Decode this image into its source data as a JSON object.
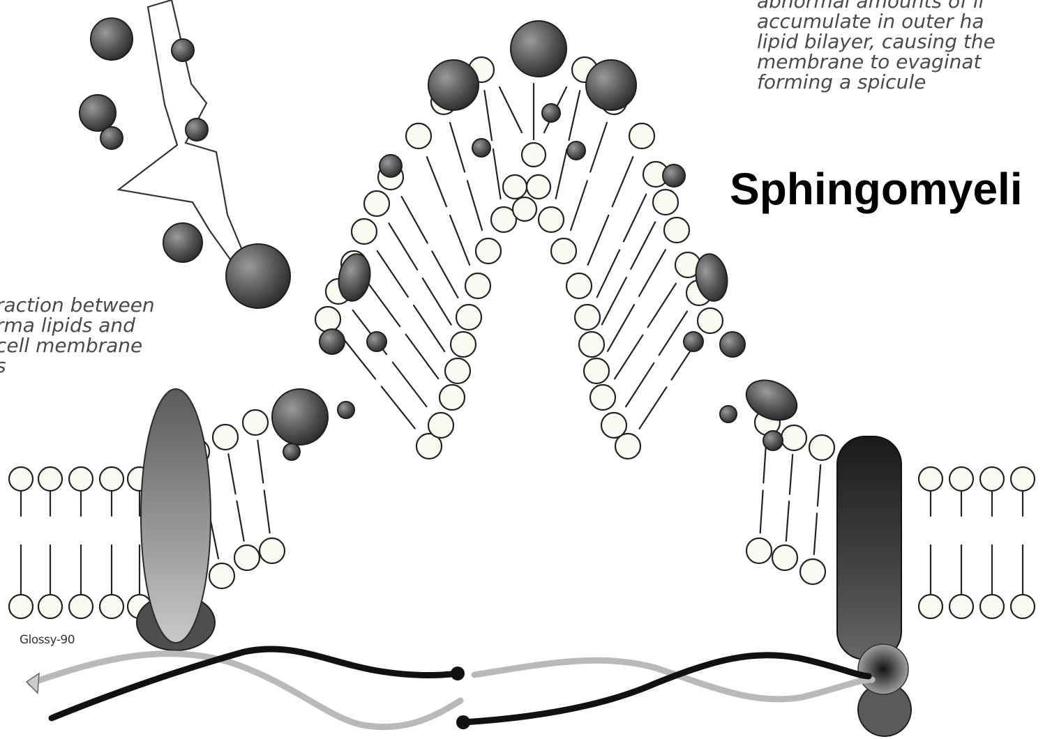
{
  "heading": "Sphingomyeli",
  "note_top": {
    "lines": [
      "abnormal amounts of li",
      "accumulate in outer ha",
      "lipid bilayer, causing the",
      "membrane to evaginat",
      "forming a spicule"
    ]
  },
  "note_left": {
    "lines": [
      "raction between",
      "rma lipids and",
      "cell membrane",
      "s"
    ]
  },
  "protein_label": "Glossy-90",
  "colors": {
    "lipid_head": "#fbfbf4",
    "outline": "#222222",
    "dark_sphere": "#5c5c5c",
    "black_strand": "#111111",
    "gray_strand": "#b9b9b9"
  }
}
